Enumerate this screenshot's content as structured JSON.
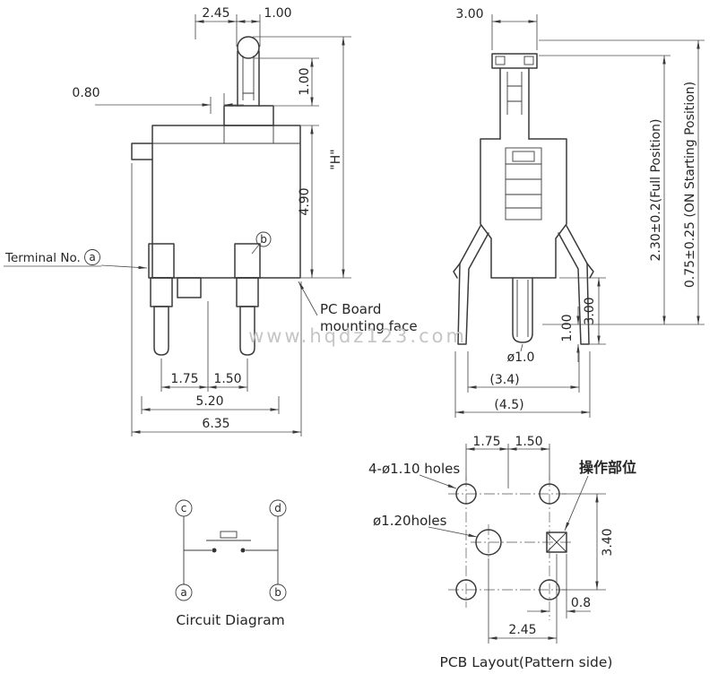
{
  "colors": {
    "line": "#3a3a3a",
    "text": "#262626",
    "watermark": "#c5c5c5",
    "background": "#ffffff"
  },
  "watermark": "www.hqdz123.com",
  "front_view": {
    "dim_top_width": "2.45",
    "dim_knob_width": "1.00",
    "dim_offset": "0.80",
    "dim_stem_height": "1.00",
    "dim_total_height": "\"H\"",
    "dim_body_height": "4.90",
    "terminal_label": "Terminal No.",
    "terminal_a": "a",
    "terminal_b": "b",
    "mounting_line1": "PC Board",
    "mounting_line2": "mounting face",
    "dim_pitch_left": "1.75",
    "dim_pitch_right": "1.50",
    "dim_width_inner": "5.20",
    "dim_width_outer": "6.35"
  },
  "side_view": {
    "dim_top_width": "3.00",
    "dim_full_position": "2.30±0.2(Full Position)",
    "dim_on_start": "0.75±0.25 (ON Starting Position)",
    "dim_leg_length": "3.00",
    "dim_protrusion": "1.00",
    "dim_pin_dia": "ø1.0",
    "dim_width_inner": "(3.4)",
    "dim_width_outer": "(4.5)"
  },
  "circuit": {
    "caption": "Circuit Diagram",
    "terminal_c": "c",
    "terminal_d": "d",
    "terminal_a": "a",
    "terminal_b": "b"
  },
  "pcb": {
    "caption": "PCB Layout(Pattern side)",
    "dim_pitch_left": "1.75",
    "dim_pitch_right": "1.50",
    "holes_label": "4-ø1.10 holes",
    "center_hole_label": "ø1.20holes",
    "operation_label": "操作部位",
    "dim_vertical_pitch": "3.40",
    "dim_offset": "0.8",
    "dim_center_distance": "2.45"
  }
}
